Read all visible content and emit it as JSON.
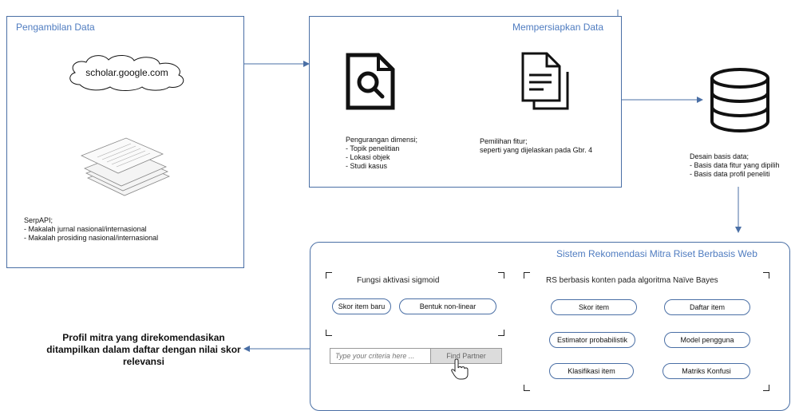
{
  "data_collection": {
    "title": "Pengambilan Data",
    "source_cloud": "scholar.google.com",
    "caption": "SerpAPI;\n- Makalah jurnal nasional/internasional\n- Makalah prosiding nasional/internasional"
  },
  "data_preparation": {
    "title": "Mempersiapkan Data",
    "dimension_caption": "Pengurangan dimensi;\n- Topik penelitian\n- Lokasi objek\n- Studi kasus",
    "feature_caption": "Pemilihan fitur;\nseperti yang dijelaskan pada Gbr. 4"
  },
  "database": {
    "caption": "Desain basis data;\n- Basis data fitur yang dipilih\n- Basis data profil peneliti"
  },
  "recommender": {
    "title": "Sistem Rekomendasi Mitra Riset Berbasis Web",
    "sigmoid": {
      "title": "Fungsi aktivasi sigmoid",
      "new_score": "Skor item baru",
      "nonlinear": "Bentuk non-linear",
      "search_placeholder": "Type your criteria here ...",
      "find_button": "Find Partner"
    },
    "naive_bayes": {
      "title": "RS berbasis konten pada algoritma Naïve Bayes",
      "item_score": "Skor item",
      "item_list": "Daftar item",
      "estimator": "Estimator probabilistik",
      "user_model": "Model pengguna",
      "classification": "Klasifikasi item",
      "confusion_matrix": "Matriks Konfusi"
    }
  },
  "result": {
    "text": "Profil mitra yang direkomendasikan ditampilkan dalam daftar dengan nilai skor relevansi"
  }
}
